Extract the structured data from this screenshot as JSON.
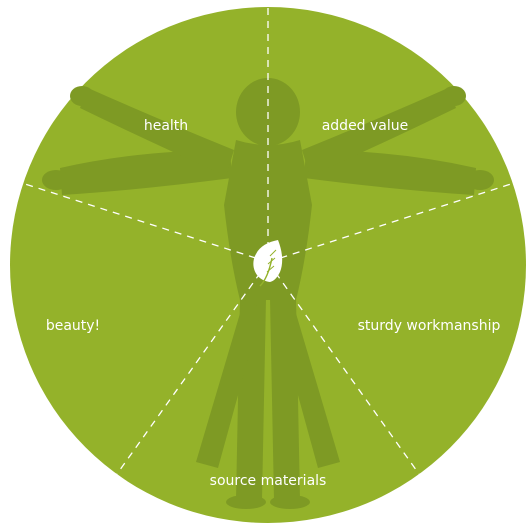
{
  "colors": {
    "wheel_fill": "#94b22a",
    "figure_fill": "#7e9a24",
    "divider": "#ffffff",
    "label_text": "#ffffff",
    "leaf": "#ffffff"
  },
  "center_icon": "leaf-icon",
  "background_figure": "vitruvian-man-silhouette",
  "segments": [
    {
      "label": "health"
    },
    {
      "label": "added value"
    },
    {
      "label": "sturdy workmanship"
    },
    {
      "label": "source materials"
    },
    {
      "label": "beauty!"
    }
  ]
}
